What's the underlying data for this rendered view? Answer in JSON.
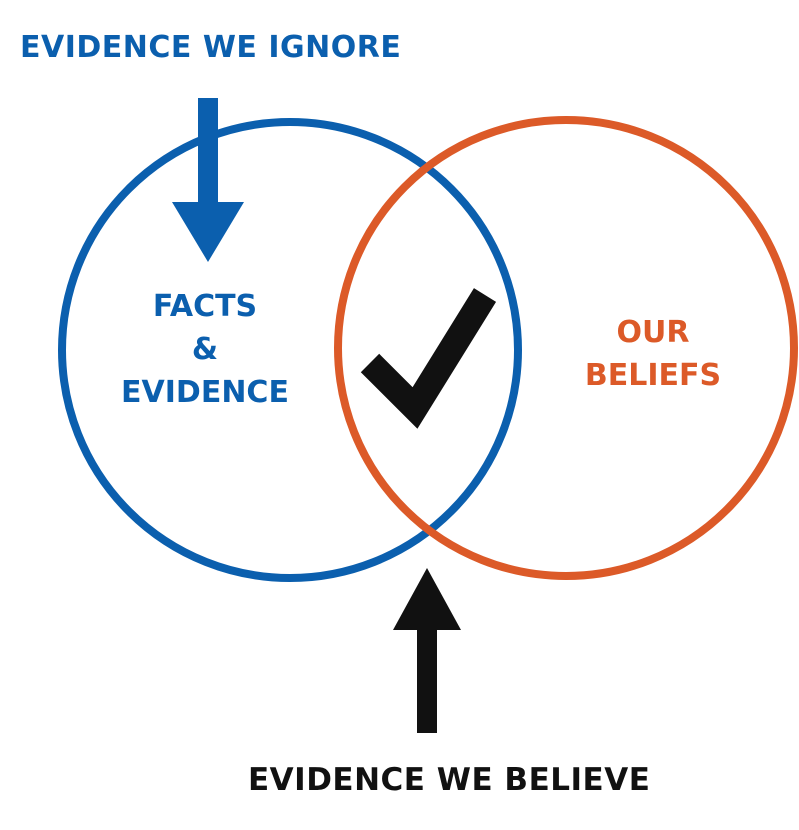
{
  "colors": {
    "blue": "#0b5fae",
    "orange": "#dc5a28",
    "black": "#111111"
  },
  "labels": {
    "top": "EVIDENCE WE IGNORE",
    "bottom": "EVIDENCE WE BELIEVE",
    "left_circle": [
      "FACTS",
      "&",
      "EVIDENCE"
    ],
    "right_circle": [
      "OUR",
      "BELIEFS"
    ]
  },
  "icons": {
    "top_arrow": "arrow-down-icon",
    "bottom_arrow": "arrow-up-icon",
    "intersection": "checkmark-icon"
  }
}
